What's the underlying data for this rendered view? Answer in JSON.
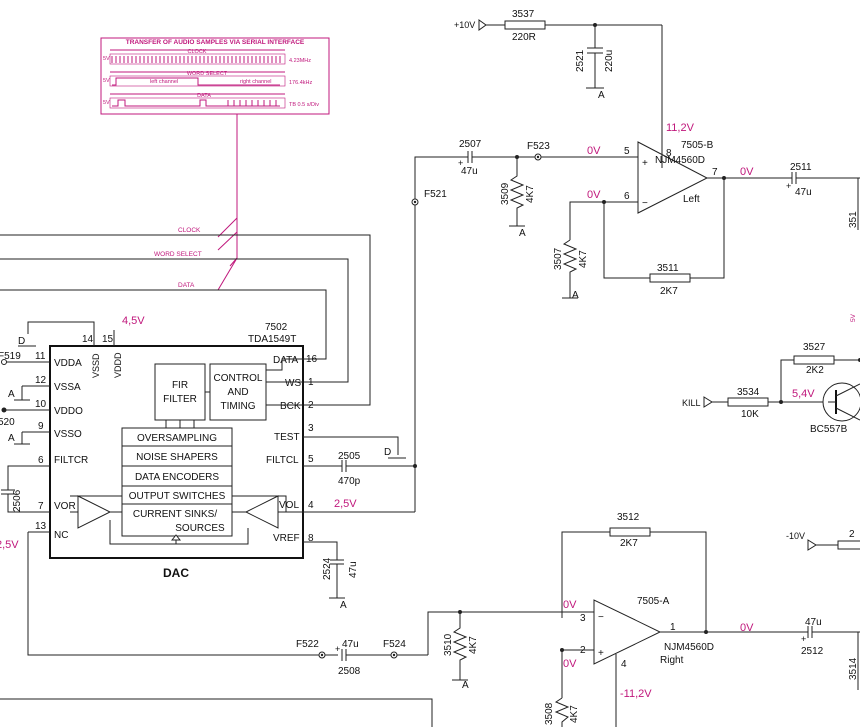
{
  "timing": {
    "title": "TRANSFER OF AUDIO SAMPLES VIA SERIAL INTERFACE",
    "rows": [
      {
        "name": "CLOCK",
        "v": "5V",
        "freq": "4.23MHz"
      },
      {
        "name": "WORD SELECT",
        "v": "5V",
        "freq": "176.4kHz"
      },
      {
        "name": "DATA",
        "v": "5V",
        "freq": "TB 0.5 s/Div"
      }
    ],
    "left_channel": "left channel",
    "right_channel": "right channel"
  },
  "signals": {
    "clock": "CLOCK",
    "word_select": "WORD SELECT",
    "data": "DATA"
  },
  "dac": {
    "ref": "7502",
    "part": "TDA1549T",
    "title": "DAC",
    "fir": [
      "FIR",
      "FILTER"
    ],
    "control": [
      "CONTROL",
      "AND",
      "TIMING"
    ],
    "blocks": [
      "OVERSAMPLING",
      "NOISE SHAPERS",
      "DATA ENCODERS",
      "OUTPUT SWITCHES",
      "CURRENT SINKS/",
      "SOURCES"
    ],
    "pins_left": [
      {
        "name": "VDDA",
        "num": "11"
      },
      {
        "name": "VSSA",
        "num": "12"
      },
      {
        "name": "VDDO",
        "num": "10"
      },
      {
        "name": "VSSO",
        "num": "9"
      },
      {
        "name": "FILTCR",
        "num": "6"
      },
      {
        "name": "VOR",
        "num": "7"
      },
      {
        "name": "NC",
        "num": "13"
      }
    ],
    "pins_right": [
      {
        "name": "DATA",
        "num": "16"
      },
      {
        "name": "WS",
        "num": "1"
      },
      {
        "name": "BCK",
        "num": "2"
      },
      {
        "name": "TEST",
        "num": "3"
      },
      {
        "name": "FILTCL",
        "num": "5"
      },
      {
        "name": "VOL",
        "num": "4"
      },
      {
        "name": "VREF",
        "num": "8"
      }
    ],
    "pins_top": [
      {
        "name": "VSSD",
        "num": "14"
      },
      {
        "name": "VDDD",
        "num": "15"
      }
    ]
  },
  "components": {
    "r3537": {
      "ref": "3537",
      "val": "220R"
    },
    "c2521": {
      "ref": "2521",
      "val": "220u"
    },
    "c2507": {
      "ref": "2507",
      "val": "47u"
    },
    "r3509": {
      "ref": "3509",
      "val": "4K7"
    },
    "r3507": {
      "ref": "3507",
      "val": "4K7"
    },
    "r3511": {
      "ref": "3511",
      "val": "2K7"
    },
    "c2511": {
      "ref": "2511",
      "val": "47u"
    },
    "r3527": {
      "ref": "3527",
      "val": "2K2"
    },
    "r3534": {
      "ref": "3534",
      "val": "10K"
    },
    "q_bc557": {
      "val": "BC557B"
    },
    "c2505": {
      "ref": "2505",
      "val": "470p"
    },
    "c2506": {
      "ref": "2506"
    },
    "c2524": {
      "ref": "2524",
      "val": "47u"
    },
    "r3512": {
      "ref": "3512",
      "val": "2K7"
    },
    "c2508": {
      "ref": "2508",
      "val": "47u"
    },
    "r3510": {
      "ref": "3510",
      "val": "4K7"
    },
    "r3508": {
      "ref": "3508",
      "val": "4K7"
    },
    "c2512": {
      "ref": "2512",
      "val": "47u"
    },
    "opamp_b": {
      "ref": "7505-B",
      "part": "NJM4560D",
      "label": "Left"
    },
    "opamp_a": {
      "ref": "7505-A",
      "part": "NJM4560D",
      "label": "Right"
    }
  },
  "nets": {
    "plus10v": "+10V",
    "minus10v": "-10V",
    "kill": "KILL",
    "ground": "A",
    "dgnd": "D",
    "f521": "F521",
    "f522": "F522",
    "f523": "F523",
    "f524": "F524",
    "f519": "F519",
    "f520": "520",
    "pin_cut_right": "2",
    "r_cut_right": "351",
    "r_cut_right2": "3514"
  },
  "opamp_pins": {
    "p5": "5",
    "p6": "6",
    "p7": "7",
    "p8": "8",
    "p3": "3",
    "p2": "2",
    "p1": "1",
    "p4": "4"
  },
  "voltages": {
    "v112": "11,2V",
    "vm112": "-11,2V",
    "v45": "4,5V",
    "v25": "2,5V",
    "v25_left": "2,5V",
    "v54": "5,4V",
    "v0": "0V",
    "vcut": "5V"
  },
  "colors": {
    "accent": "#c0187c",
    "line": "#222222"
  }
}
